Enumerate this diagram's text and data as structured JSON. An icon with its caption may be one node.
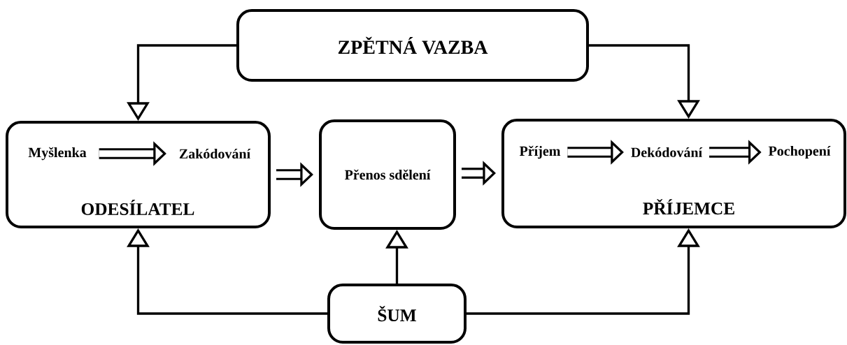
{
  "diagram": {
    "nodes": [
      {
        "text": [
          "ZPĚTNÁ VAZBA"
        ]
      },
      {
        "text": [
          "ODESÍLATEL"
        ]
      },
      {
        "text": [
          "Myšlenka"
        ],
        "in": 1
      },
      {
        "text": [
          "Zakódování"
        ],
        "in": 1
      },
      {
        "text": [
          "Přenos sdělení"
        ]
      },
      {
        "text": [
          "PŘÍJEMCE"
        ]
      },
      {
        "text": [
          "Příjem"
        ],
        "in": 5
      },
      {
        "text": [
          "Dekódování"
        ],
        "in": 5
      },
      {
        "text": [
          "Pochopení"
        ],
        "in": 5
      },
      {
        "text": [
          "ŠUM"
        ]
      }
    ],
    "edges": [
      {
        "from": 0,
        "to": 1,
        "arrow": "to"
      },
      {
        "from": 0,
        "to": 5,
        "arrow": "to"
      },
      {
        "from": 2,
        "to": 3,
        "arrow": "to",
        "style": "thick"
      },
      {
        "from": 1,
        "to": 4,
        "arrow": "to",
        "style": "thick"
      },
      {
        "from": 4,
        "to": 5,
        "arrow": "to",
        "style": "thick"
      },
      {
        "from": 6,
        "to": 7,
        "arrow": "to",
        "style": "thick"
      },
      {
        "from": 7,
        "to": 8,
        "arrow": "to",
        "style": "thick"
      },
      {
        "from": 9,
        "to": 1,
        "arrow": "to"
      },
      {
        "from": 9,
        "to": 4,
        "arrow": "to"
      },
      {
        "from": 9,
        "to": 5,
        "arrow": "to"
      }
    ]
  }
}
